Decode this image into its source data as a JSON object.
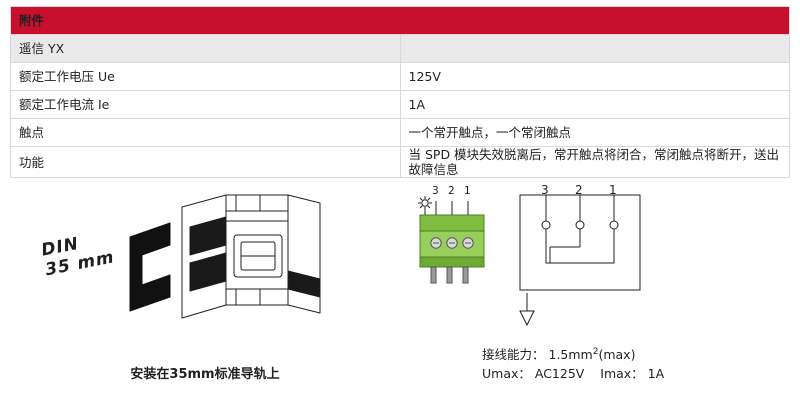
{
  "table": {
    "title": "附件",
    "subheader": {
      "label": "遥信 YX",
      "value": ""
    },
    "rows": [
      {
        "label": "额定工作电压 Ue",
        "value": "125V"
      },
      {
        "label": "额定工作电流 Ie",
        "value": "1A"
      },
      {
        "label": "触点",
        "value": "一个常开触点，一个常闭触点"
      },
      {
        "label": "功能",
        "value": "当 SPD 模块失效脱离后，常开触点将闭合，常闭触点将断开，送出故障信息"
      }
    ]
  },
  "figures": {
    "breaker": {
      "din_line1": "DIN",
      "din_line2": "35 mm",
      "caption": "安装在35mm标准导轨上"
    },
    "connector": {
      "terminal_numbers": [
        "3",
        "2",
        "1"
      ],
      "schematic_numbers": [
        "3",
        "2",
        "1"
      ],
      "caption_lines": [
        "接线能力： 1.5mm²(max)",
        "Umax： AC125V    Imax： 1A"
      ],
      "caption_line1_prefix": "接线能力：",
      "caption_line1_value": "1.5mm",
      "caption_line1_sup": "2",
      "caption_line1_suffix": "(max)",
      "caption_line2_umax_label": "Umax：",
      "caption_line2_umax_value": "AC125V",
      "caption_line2_imax_label": "Imax：",
      "caption_line2_imax_value": "1A"
    }
  },
  "colors": {
    "title_bar": "#c8102e",
    "subheader_bg": "#e9e9e9",
    "border": "#d9d9d9",
    "text": "#231f20"
  }
}
